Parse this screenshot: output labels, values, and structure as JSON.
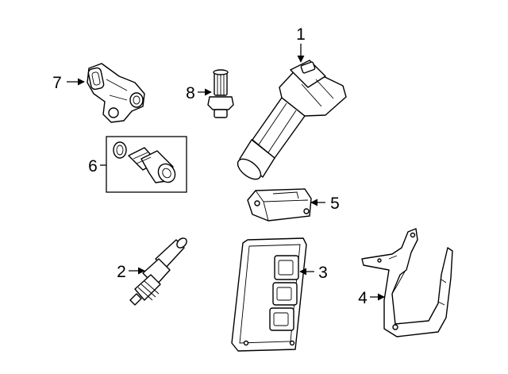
{
  "callouts": [
    {
      "id": "c1",
      "text": "1"
    },
    {
      "id": "c2",
      "text": "2"
    },
    {
      "id": "c3",
      "text": "3"
    },
    {
      "id": "c4",
      "text": "4"
    },
    {
      "id": "c5",
      "text": "5"
    },
    {
      "id": "c6",
      "text": "6"
    },
    {
      "id": "c7",
      "text": "7"
    },
    {
      "id": "c8",
      "text": "8"
    }
  ]
}
